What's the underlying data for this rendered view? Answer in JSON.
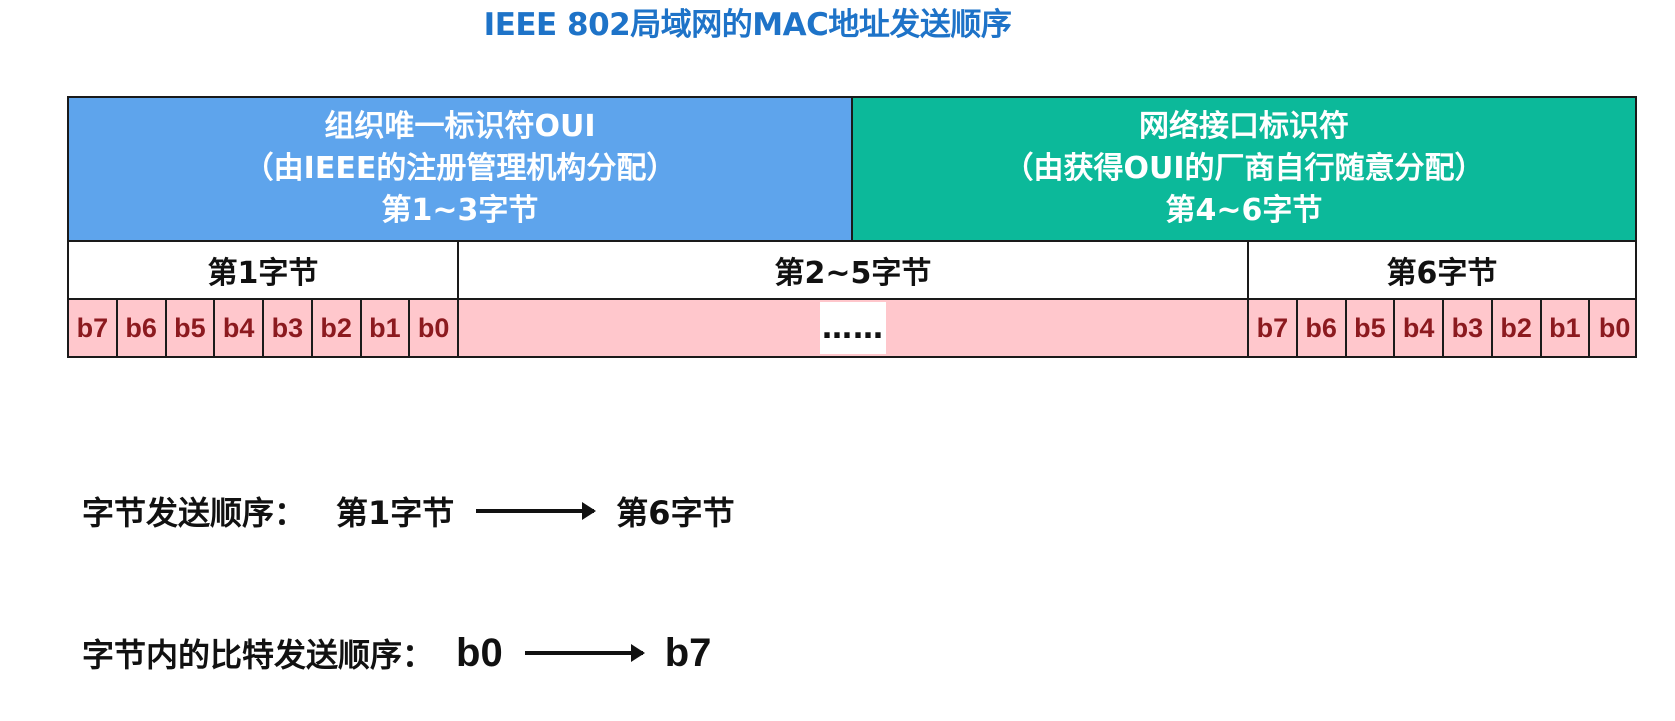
{
  "title": "IEEE 802局域网的MAC地址发送顺序",
  "oui": {
    "line1": "组织唯一标识符OUI",
    "line2": "（由IEEE的注册管理机构分配）",
    "line3": "第1~3字节",
    "color": "#5ea4ec"
  },
  "nic": {
    "line1": "网络接口标识符",
    "line2": "（由获得OUI的厂商自行随意分配）",
    "line3": "第4~6字节",
    "color": "#0cb99a"
  },
  "bytes": {
    "first": "第1字节",
    "middle": "第2~5字节",
    "last": "第6字节"
  },
  "bits_left": [
    "b7",
    "b6",
    "b5",
    "b4",
    "b3",
    "b2",
    "b1",
    "b0"
  ],
  "bits_right": [
    "b7",
    "b6",
    "b5",
    "b4",
    "b3",
    "b2",
    "b1",
    "b0"
  ],
  "ellipsis": "……",
  "bit_cell_color": "#ffc7cc",
  "byte_order": {
    "label": "字节发送顺序：",
    "from": "第1字节",
    "to": "第6字节"
  },
  "bit_order": {
    "label": "字节内的比特发送顺序：",
    "from": "b0",
    "to": "b7"
  }
}
